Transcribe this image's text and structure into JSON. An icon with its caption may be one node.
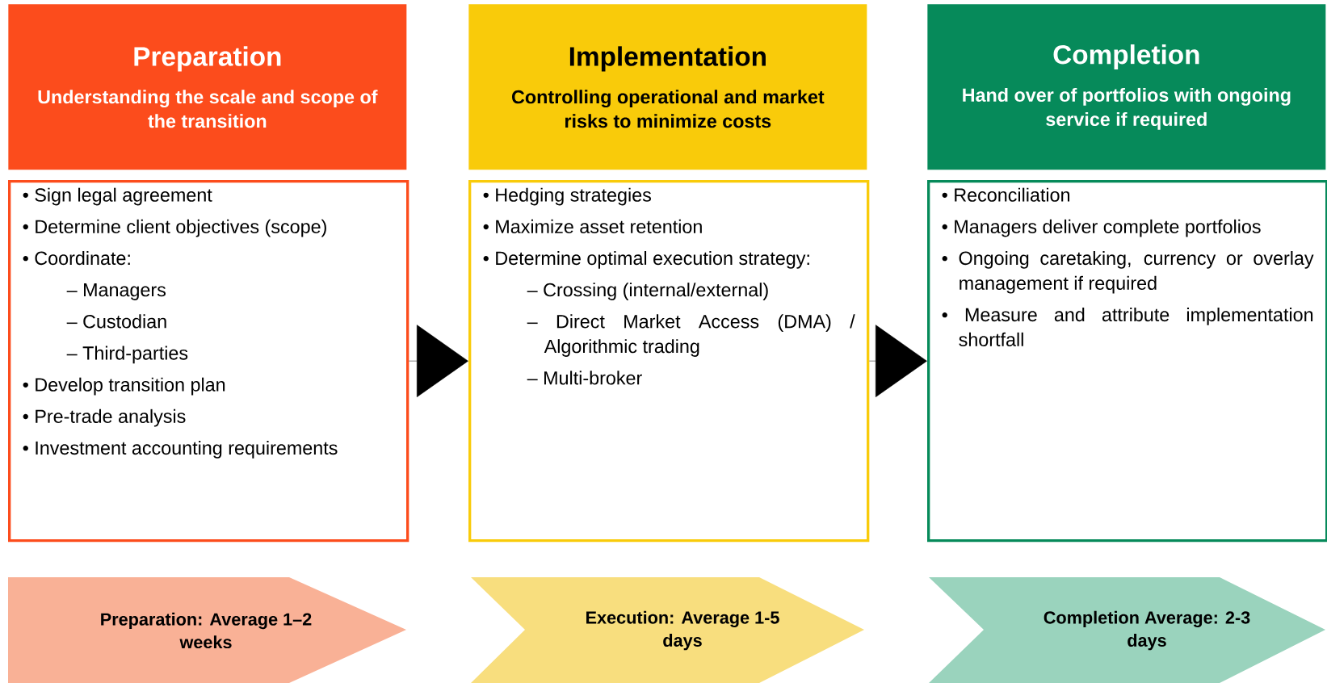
{
  "diagram": {
    "nodes": [
      {
        "text": [
          "Preparation",
          "Understanding the scale and scope of the transition"
        ]
      },
      {
        "text": [
          "Implementation",
          "Controlling operational and market risks to minimize costs"
        ]
      },
      {
        "text": [
          "Completion",
          "Hand over of portfolios with ongoing service if required"
        ]
      },
      {
        "text": [
          "• Sign legal agreement",
          "• Determine client objectives (scope)",
          "• Coordinate:",
          "– Managers",
          "– Custodian",
          "– Third-parties",
          "• Develop transition plan",
          "• Pre-trade analysis",
          "• Investment accounting requirements"
        ]
      },
      {
        "text": [
          "• Hedging strategies",
          "• Maximize asset retention",
          "• Determine optimal execution strategy:",
          "– Crossing (internal/external)",
          "– Direct Market Access (DMA) / Algorithmic trading",
          "– Multi-broker"
        ]
      },
      {
        "text": [
          "• Reconciliation",
          "• Managers deliver complete portfolios",
          "• Ongoing caretaking, currency or overlay management if required",
          "• Measure and attribute implementation shortfall"
        ]
      },
      {
        "text": [
          "Preparation: Average 1–2 weeks"
        ]
      },
      {
        "text": [
          "Execution: Average 1-5 days"
        ]
      },
      {
        "text": [
          "Completion Average: 2-3 days"
        ]
      }
    ],
    "edges": [
      {
        "from": 3,
        "to": 4,
        "arrow": "to"
      },
      {
        "from": 4,
        "to": 5,
        "arrow": "to"
      }
    ]
  }
}
